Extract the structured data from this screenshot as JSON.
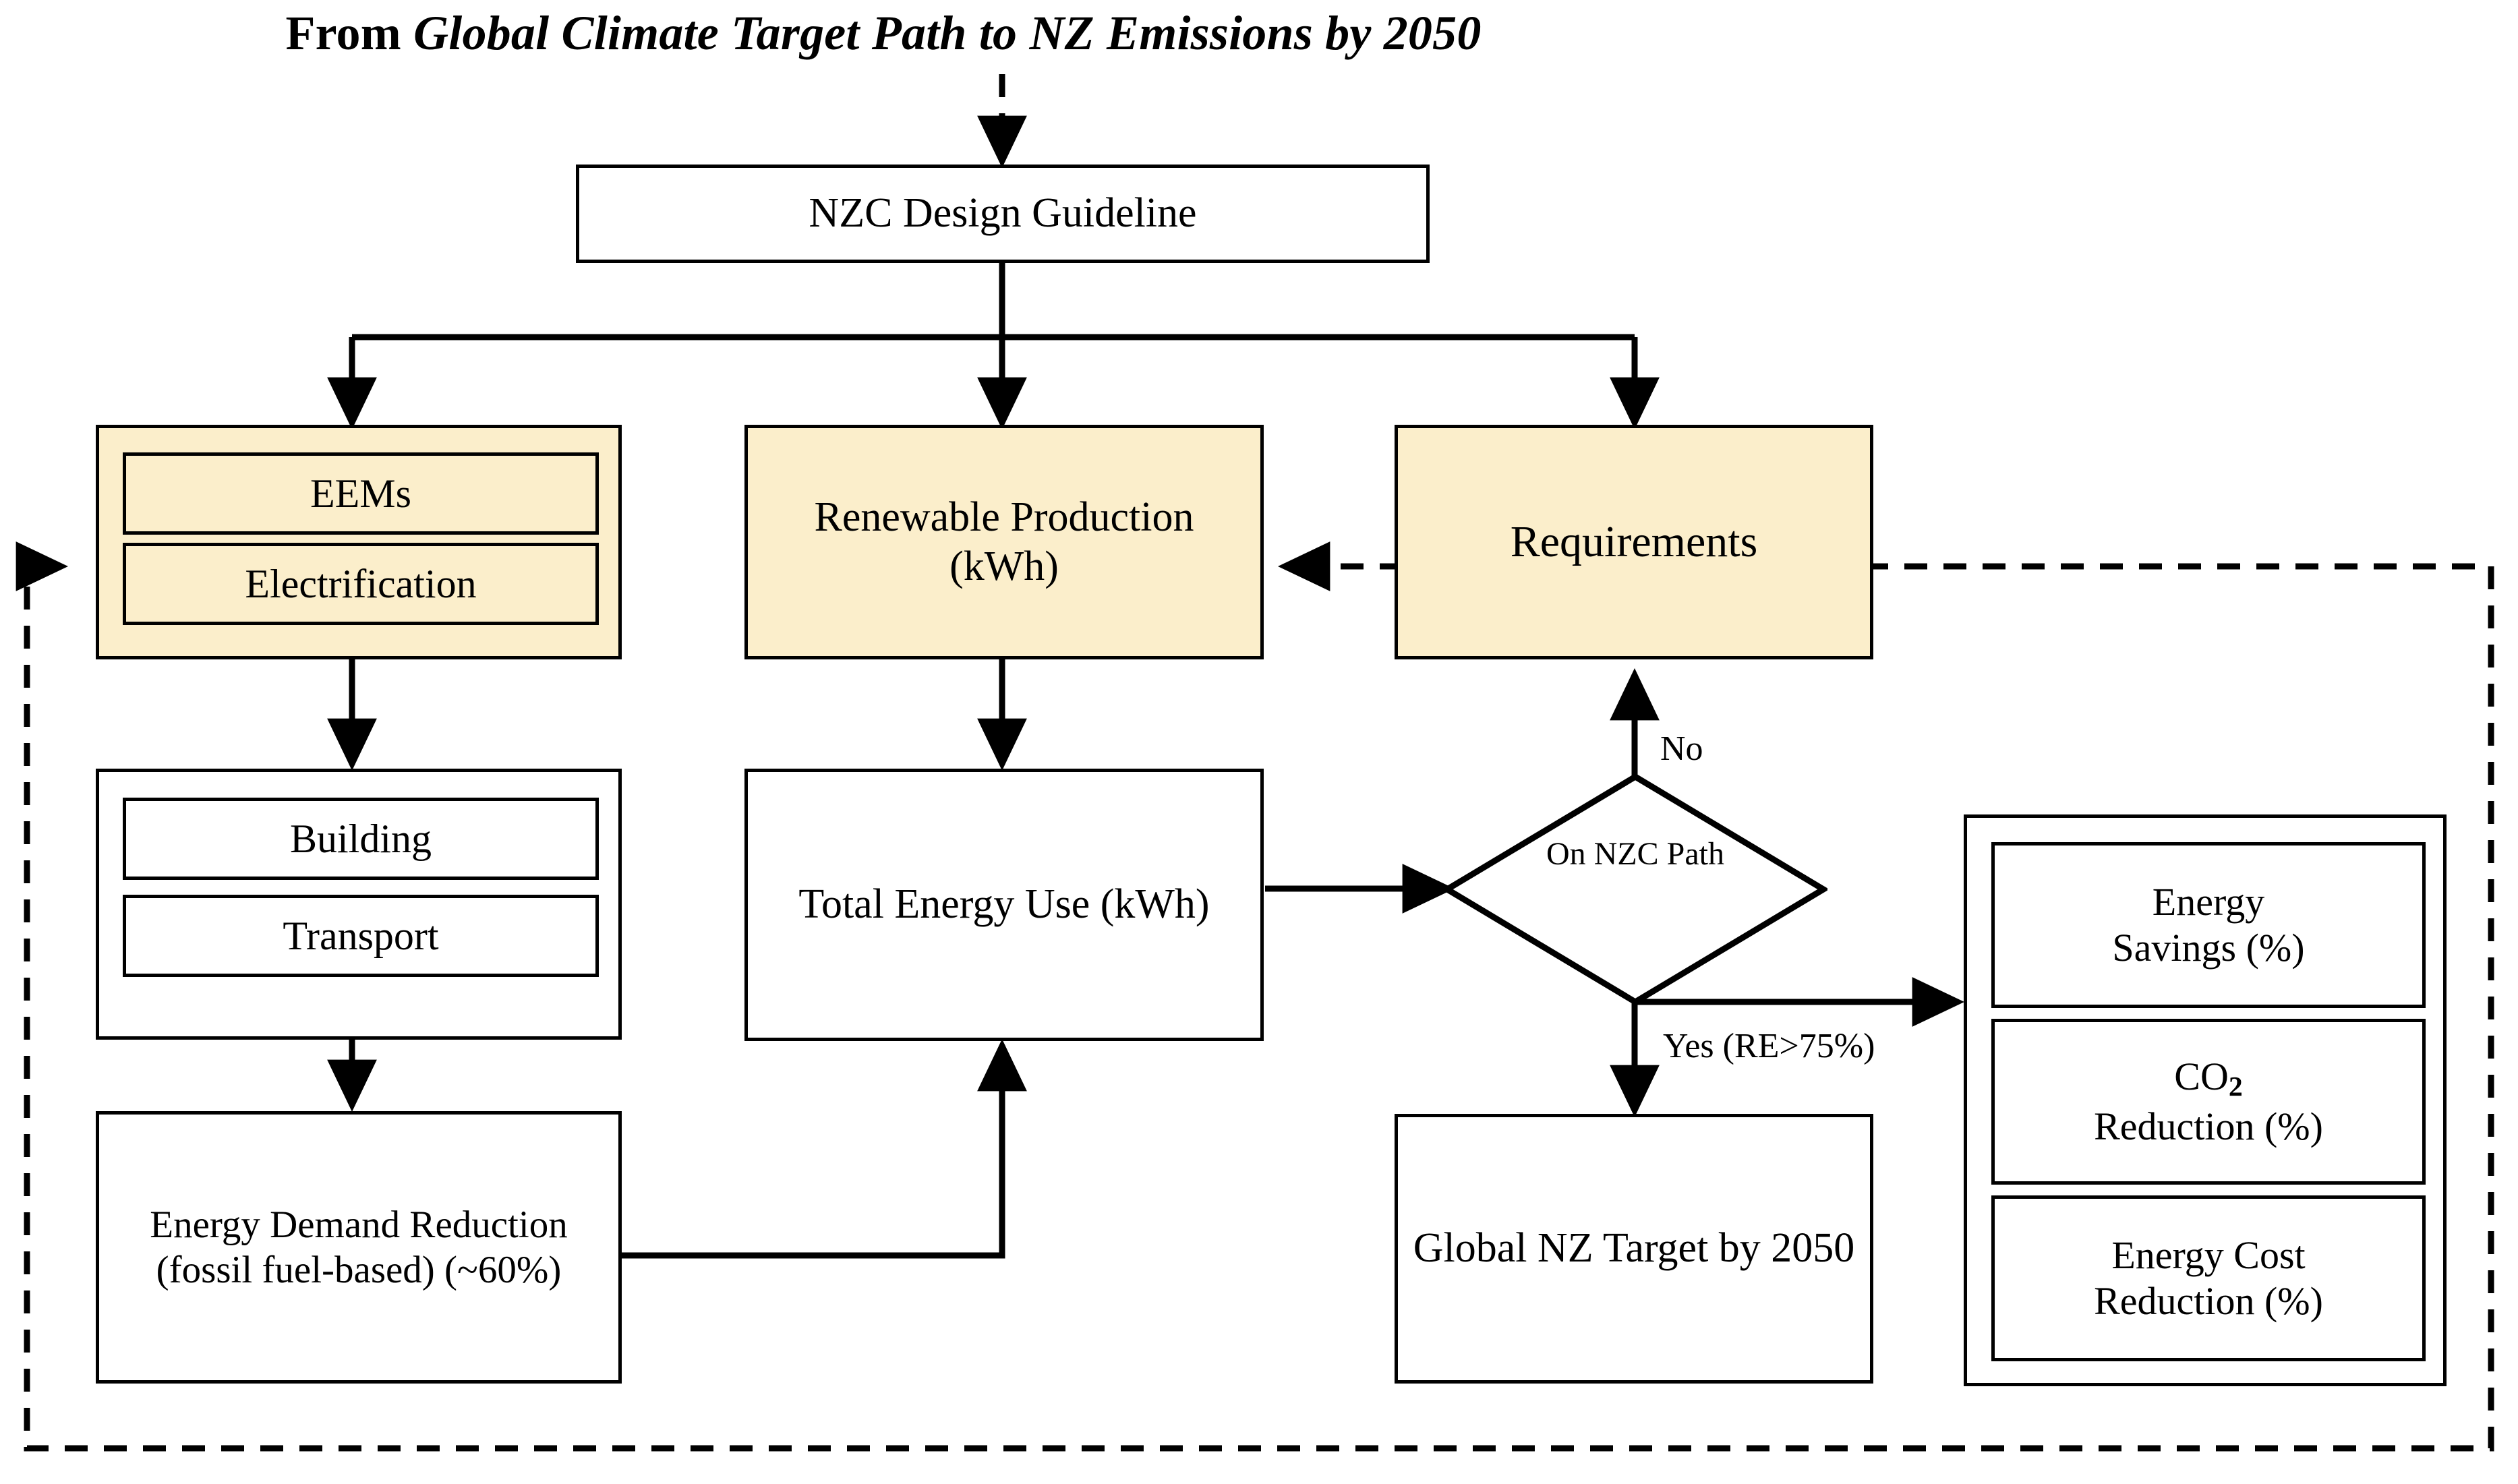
{
  "title": {
    "lead": "From ",
    "emphasis": "Global Climate Target Path to NZ Emissions by 2050"
  },
  "colors": {
    "highlight_fill": "#fbeecb",
    "box_fill": "#ffffff",
    "stroke": "#000000",
    "background": "#ffffff"
  },
  "nodes": {
    "design_guideline": "NZC Design Guideline",
    "measures_group": {
      "items": [
        "EEMs",
        "Electrification"
      ]
    },
    "sectors_group": {
      "items": [
        "Building",
        "Transport"
      ]
    },
    "energy_demand_reduction": "Energy Demand Reduction (fossil fuel-based) (~60%)",
    "renewable_production": "Renewable Production (kWh)",
    "total_energy_use": "Total Energy Use (kWh)",
    "requirements": "Requirements",
    "decision": "On NZC Path",
    "global_target": "Global NZ Target by 2050",
    "results_group": {
      "items": [
        {
          "line1": "Energy",
          "line2": "Savings (%)"
        },
        {
          "line1_pre": "CO",
          "line1_sub": "2",
          "line2": "Reduction (%)"
        },
        {
          "line1": "Energy Cost",
          "line2": "Reduction (%)"
        }
      ]
    }
  },
  "edges": {
    "no_label": "No",
    "yes_label": "Yes (RE>75%)"
  }
}
